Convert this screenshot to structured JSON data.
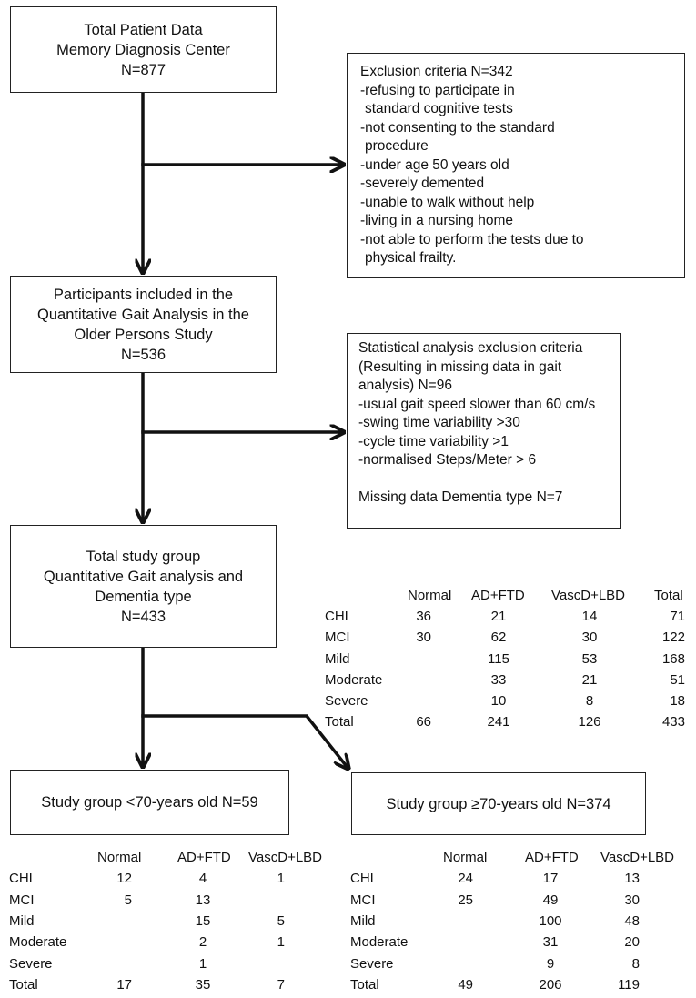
{
  "boxes": {
    "total": {
      "lines": [
        "Total Patient Data",
        "Memory Diagnosis Center",
        "N=877"
      ]
    },
    "exclusion": {
      "lines": [
        "Exclusion criteria  N=342",
        "-refusing to participate in",
        " standard cognitive tests",
        "-not consenting to the standard",
        " procedure",
        "-under age 50 years old",
        "-severely demented",
        "-unable to walk without help",
        "-living in a nursing home",
        "-not able to perform the tests due to",
        " physical frailty."
      ]
    },
    "participants": {
      "lines": [
        "Participants included in the",
        "Quantitative Gait Analysis in the",
        "Older Persons Study",
        "N=536"
      ]
    },
    "stat_exclusion": {
      "lines": [
        "Statistical analysis exclusion criteria",
        "(Resulting in missing data in gait",
        "analysis) N=96",
        "-usual gait speed slower than 60 cm/s",
        "-swing time variability >30",
        "-cycle time variability >1",
        "-normalised Steps/Meter > 6",
        "",
        "Missing data  Dementia type  N=7"
      ]
    },
    "study_group": {
      "lines": [
        "Total study group",
        "Quantitative Gait analysis and",
        "Dementia type",
        "N=433"
      ]
    },
    "under70": {
      "lines": [
        "Study group  <70-years old N=59"
      ]
    },
    "over70": {
      "lines": [
        "Study group ≥70-years old N=374"
      ]
    }
  },
  "tables": {
    "total": {
      "headers": [
        "Normal",
        "AD+FTD",
        "VascD+LBD",
        "Total"
      ],
      "rows": [
        {
          "label": "CHI",
          "cells": [
            "36",
            "21",
            "14",
            "71"
          ]
        },
        {
          "label": "MCI",
          "cells": [
            "30",
            "62",
            "30",
            "122"
          ]
        },
        {
          "label": "Mild",
          "cells": [
            "",
            "115",
            "53",
            "168"
          ]
        },
        {
          "label": "Moderate",
          "cells": [
            "",
            "33",
            "21",
            "51"
          ]
        },
        {
          "label": "Severe",
          "cells": [
            "",
            "10",
            "8",
            "18"
          ]
        },
        {
          "label": "Total",
          "cells": [
            "66",
            "241",
            "126",
            "433"
          ]
        }
      ]
    },
    "under70": {
      "headers": [
        "Normal",
        "AD+FTD",
        "VascD+LBD"
      ],
      "rows": [
        {
          "label": "CHI",
          "cells": [
            "12",
            "4",
            "1"
          ]
        },
        {
          "label": "MCI",
          "cells": [
            "5",
            "13",
            ""
          ]
        },
        {
          "label": "Mild",
          "cells": [
            "",
            "15",
            "5"
          ]
        },
        {
          "label": "Moderate",
          "cells": [
            "",
            "2",
            "1"
          ]
        },
        {
          "label": "Severe",
          "cells": [
            "",
            "1",
            ""
          ]
        },
        {
          "label": "Total",
          "cells": [
            "17",
            "35",
            "7"
          ]
        }
      ]
    },
    "over70": {
      "headers": [
        "Normal",
        "AD+FTD",
        "VascD+LBD"
      ],
      "rows": [
        {
          "label": "CHI",
          "cells": [
            "24",
            "17",
            "13"
          ]
        },
        {
          "label": "MCI",
          "cells": [
            "25",
            "49",
            "30"
          ]
        },
        {
          "label": "Mild",
          "cells": [
            "",
            "100",
            "48"
          ]
        },
        {
          "label": "Moderate",
          "cells": [
            "",
            "31",
            "20"
          ]
        },
        {
          "label": "Severe",
          "cells": [
            "",
            "9",
            "8"
          ]
        },
        {
          "label": "Total",
          "cells": [
            "49",
            "206",
            "119"
          ]
        }
      ]
    }
  }
}
